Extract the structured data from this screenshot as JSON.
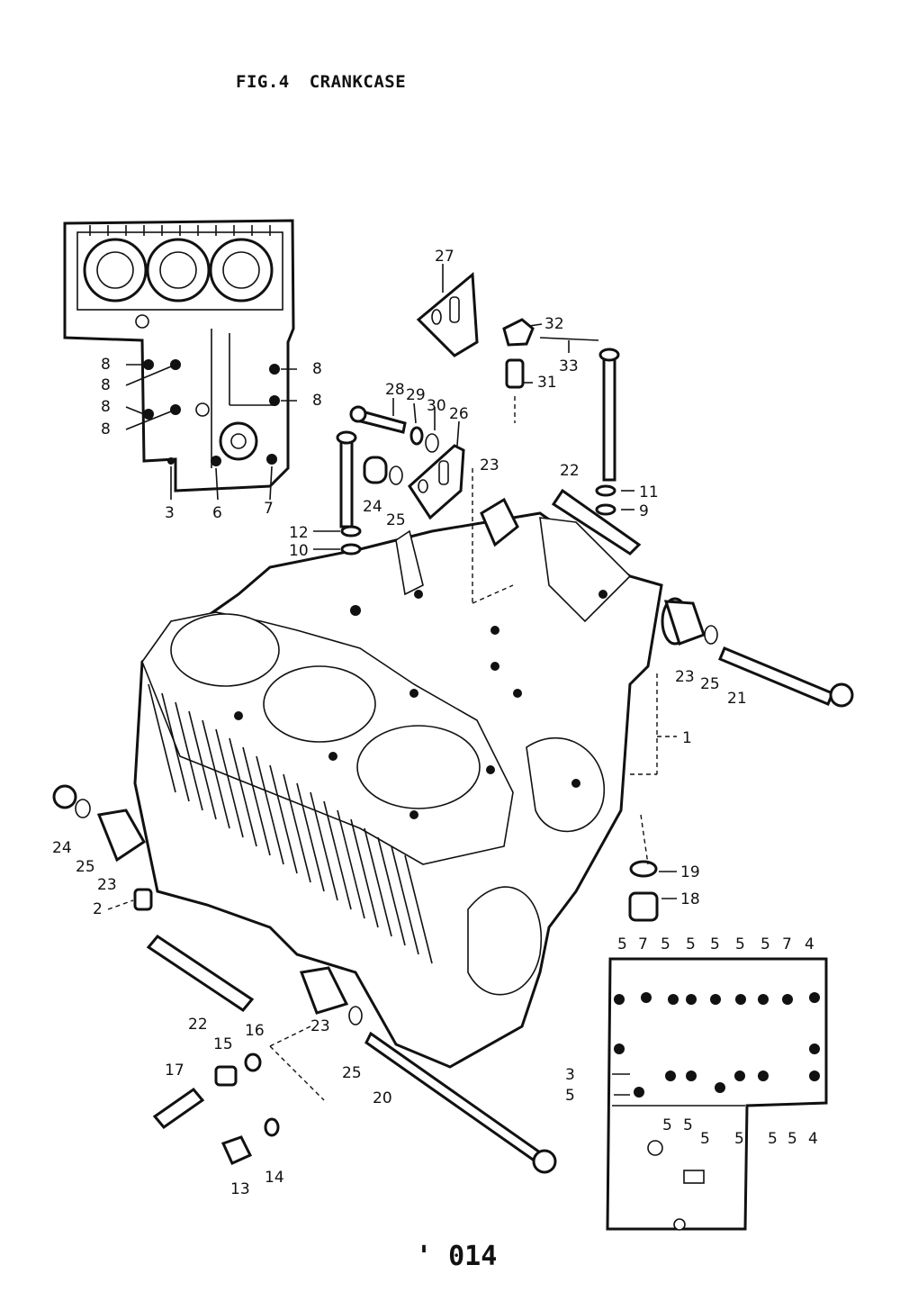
{
  "figure": {
    "number": "FIG.4",
    "title": "CRANKCASE"
  },
  "page_number": "014",
  "page_mark": "'",
  "callouts": [
    "1",
    "2",
    "3",
    "4",
    "5",
    "6",
    "7",
    "8",
    "9",
    "10",
    "11",
    "12",
    "13",
    "14",
    "15",
    "16",
    "17",
    "18",
    "19",
    "20",
    "21",
    "22",
    "23",
    "24",
    "25",
    "26",
    "27",
    "28",
    "29",
    "30",
    "31",
    "32",
    "33"
  ]
}
